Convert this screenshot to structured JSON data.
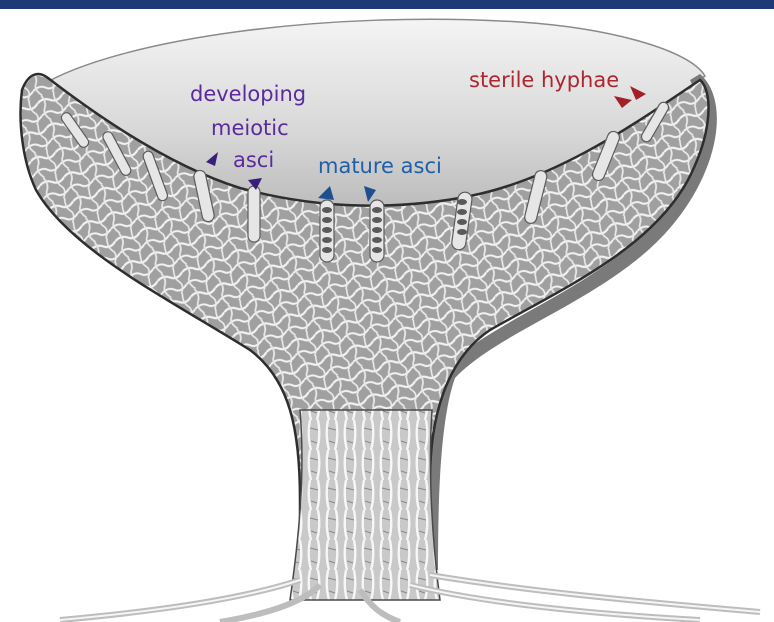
{
  "labels": {
    "developing": "developing",
    "meiotic": "meiotic",
    "asci": "asci",
    "mature_asci": "mature asci",
    "sterile_hyphae": "sterile hyphae"
  },
  "colors": {
    "header_bar": "#1d3a78",
    "developing_label": "#5b2a9e",
    "mature_label": "#1e5fa8",
    "sterile_label": "#b0252e",
    "outline": "#333333",
    "tissue": "#9a9a9a",
    "inner_surface": "#d9d9d9"
  }
}
